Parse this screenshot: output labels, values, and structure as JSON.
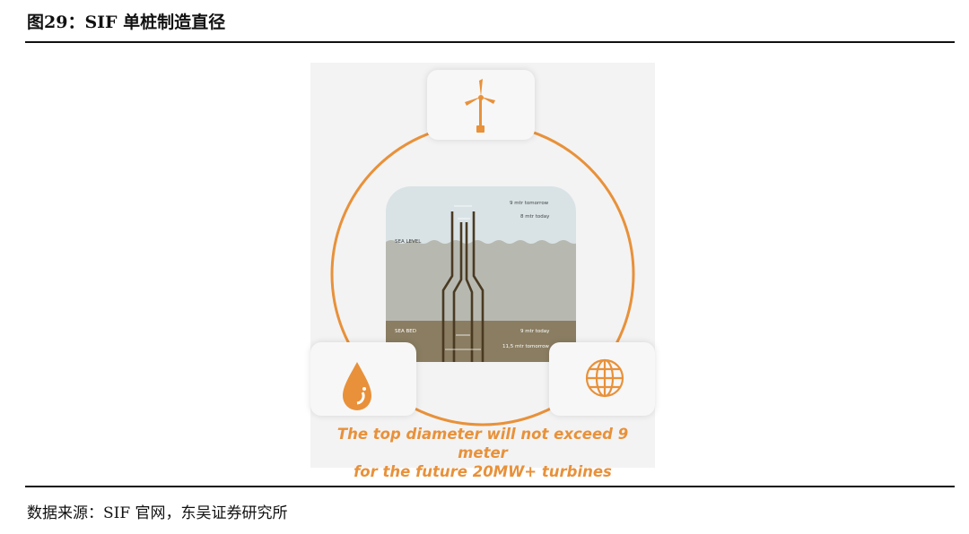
{
  "figure_title": "图29：SIF 单桩制造直径",
  "source_note": "数据来源：SIF 官网，东吴证券研究所",
  "colors": {
    "accent_orange": "#e8913a",
    "pile_brown": "#4a3a22",
    "sky": "#d9e3e6",
    "water": "#b7b9b1",
    "seabed": "#8a7d62"
  },
  "icons": [
    "wind-turbine-icon",
    "oil-drop-icon",
    "globe-icon"
  ],
  "diagram": {
    "top_tomorrow": "9 mtr tomorrow",
    "top_today": "8 mtr today",
    "sea_level": "SEA LEVEL",
    "sea_bed": "SEA BED",
    "bottom_today": "9 mtr today",
    "bottom_tomorrow": "11,5 mtr tomorrow"
  },
  "caption": {
    "line1": "The top diameter will not exceed 9 meter",
    "line2": "for the future 20MW+ turbines"
  }
}
